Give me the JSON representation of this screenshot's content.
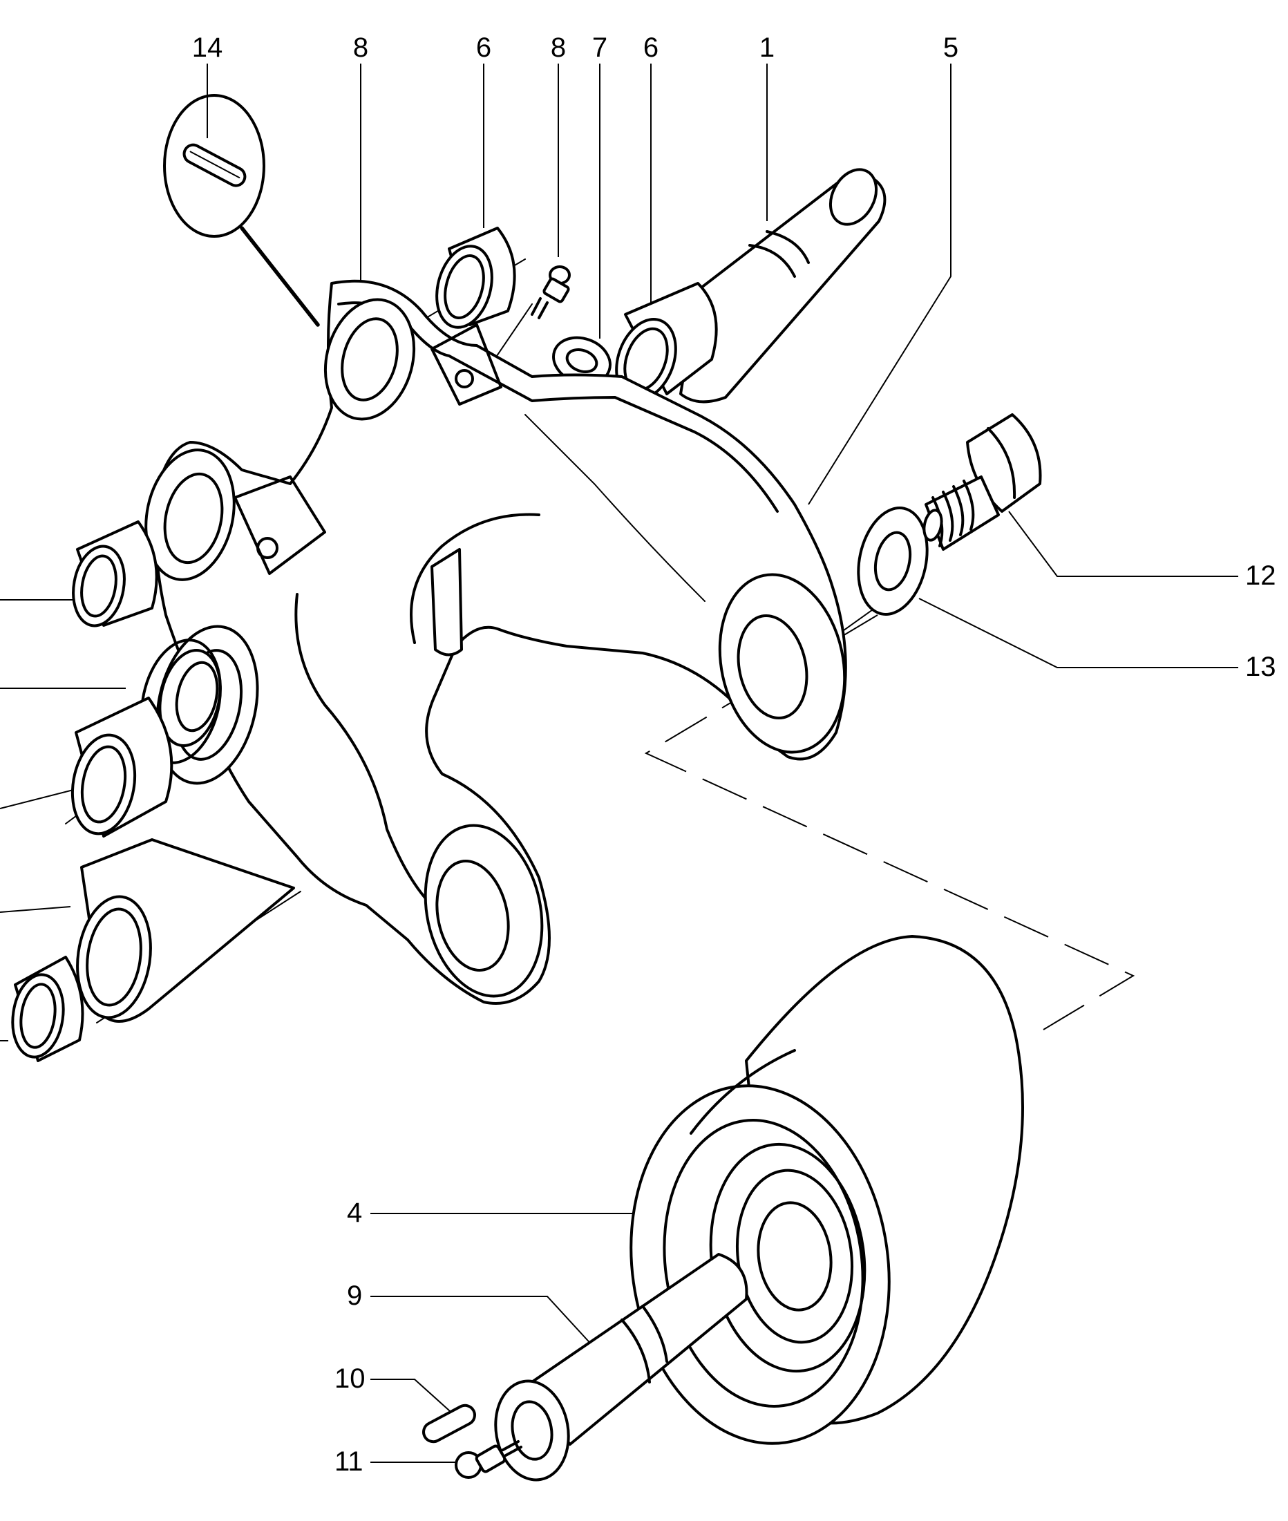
{
  "callouts": [
    {
      "id": "c14",
      "label": "14"
    },
    {
      "id": "c8a",
      "label": "8"
    },
    {
      "id": "c6a",
      "label": "6"
    },
    {
      "id": "c8b",
      "label": "8"
    },
    {
      "id": "c7",
      "label": "7"
    },
    {
      "id": "c6b",
      "label": "6"
    },
    {
      "id": "c1",
      "label": "1"
    },
    {
      "id": "c5",
      "label": "5"
    },
    {
      "id": "c12",
      "label": "12"
    },
    {
      "id": "c13",
      "label": "13"
    },
    {
      "id": "c4",
      "label": "4"
    },
    {
      "id": "c9",
      "label": "9"
    },
    {
      "id": "c10",
      "label": "10"
    },
    {
      "id": "c11",
      "label": "11"
    }
  ],
  "colors": {
    "ink": "#000000",
    "paper": "#ffffff"
  }
}
